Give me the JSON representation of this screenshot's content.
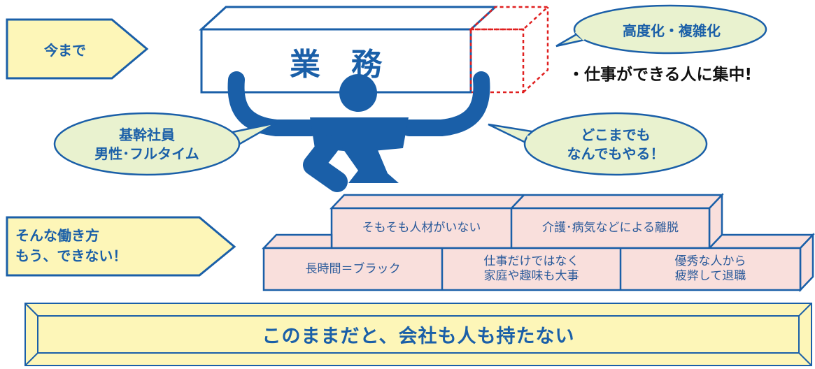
{
  "colors": {
    "blue": "#1a5fa8",
    "banner_fill": "#fdf6b8",
    "bubble_fill": "#e9f2cf",
    "brick_fill": "#f9dfdc",
    "red_dashed": "#e02020"
  },
  "labels": {
    "until_now": "今まで",
    "no_longer": "そんな働き方\nもう、できない！"
  },
  "work_box": {
    "title": "業　務"
  },
  "bubbles": {
    "advanced": "高度化・複雑化",
    "core_staff": "基幹社員\n男性･フルタイム",
    "do_anything": "どこまでも\nなんでもやる！"
  },
  "concentrate": "・仕事ができる人に集中!",
  "bricks": {
    "top": [
      "そもそも人材がいない",
      "介護･病気などによる離脱"
    ],
    "bottom": [
      "長時間＝ブラック",
      "仕事だけではなく\n家庭や趣味も大事",
      "優秀な人から\n疲弊して退職"
    ]
  },
  "bottom_banner": "このままだと、会社も人も持たない"
}
